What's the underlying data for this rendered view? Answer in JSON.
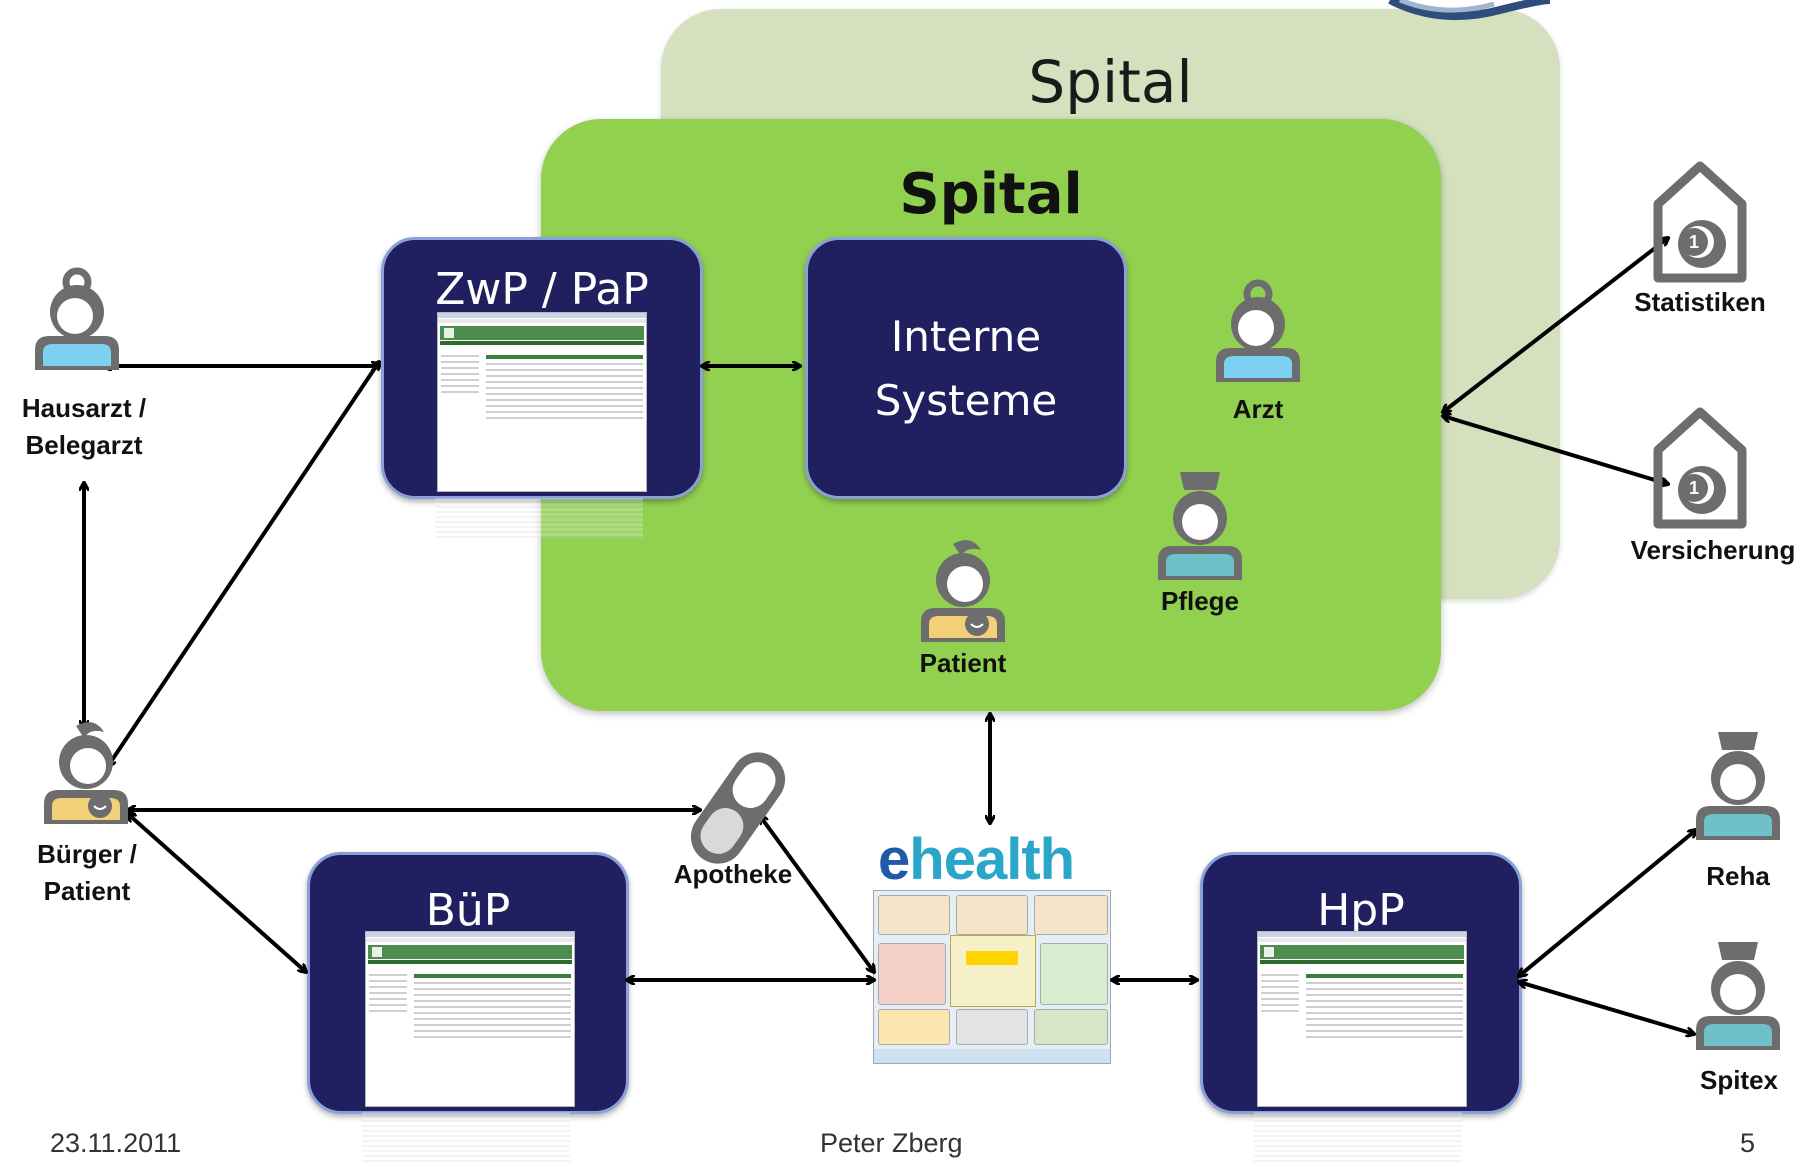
{
  "spital_back": {
    "title": "Spital"
  },
  "spital_front": {
    "title": "Spital"
  },
  "zwp": {
    "title": "ZwP / PaP"
  },
  "interne": {
    "line1": "Interne",
    "line2": "Systeme"
  },
  "buep": {
    "title": "BüP"
  },
  "hpp": {
    "title": "HpP"
  },
  "ehealth": {
    "logo_e": "e",
    "logo_rest": "health"
  },
  "actors": {
    "hausarzt": {
      "line1": "Hausarzt /",
      "line2": "Belegarzt"
    },
    "buerger": {
      "line1": "Bürger /",
      "line2": "Patient"
    },
    "arzt": "Arzt",
    "pflege": "Pflege",
    "patient": "Patient",
    "apotheke": "Apotheke",
    "statistiken": "Statistiken",
    "versicherung": "Versicherung",
    "reha": "Reha",
    "spitex": "Spitex"
  },
  "colors": {
    "navy": "#202060",
    "spital_green": "#92d050",
    "spital_light": "#d4e0be",
    "person_blue": "#7dd0f0",
    "person_teal": "#6fc0c8",
    "person_yellow": "#f2d077",
    "icon_grey": "#777777"
  },
  "icons": [
    "person-doctor-icon",
    "person-nurse-icon",
    "person-patient-icon",
    "pill-icon",
    "building-coin-icon"
  ],
  "footer": {
    "date": "23.11.2011",
    "author": "Peter Zberg",
    "page": "5"
  }
}
